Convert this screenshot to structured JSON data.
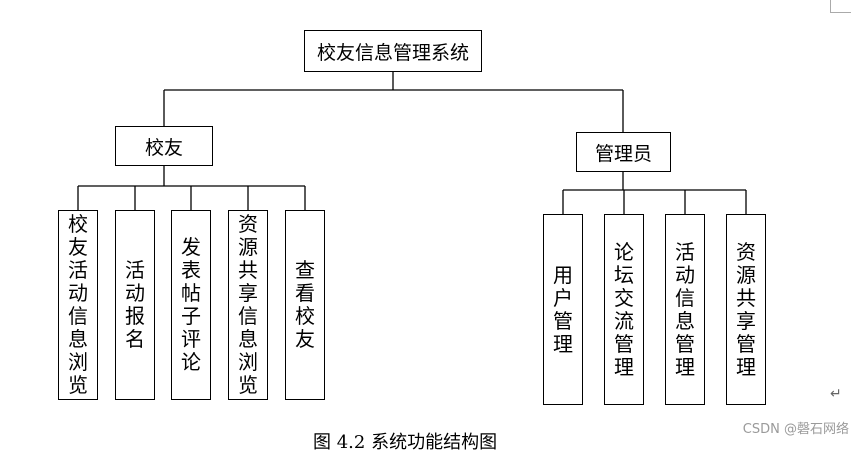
{
  "diagram": {
    "root": "校友信息管理系统",
    "branches": [
      {
        "label": "校友",
        "children": [
          "校友活动信息浏览",
          "活动报名",
          "发表帖子评论",
          "资源共享信息浏览",
          "查看校友"
        ]
      },
      {
        "label": "管理员",
        "children": [
          "用户管理",
          "论坛交流管理",
          "活动信息管理",
          "资源共享管理"
        ]
      }
    ]
  },
  "caption": "图 4.2 系统功能结构图",
  "watermark": "CSDN @磬石网络"
}
